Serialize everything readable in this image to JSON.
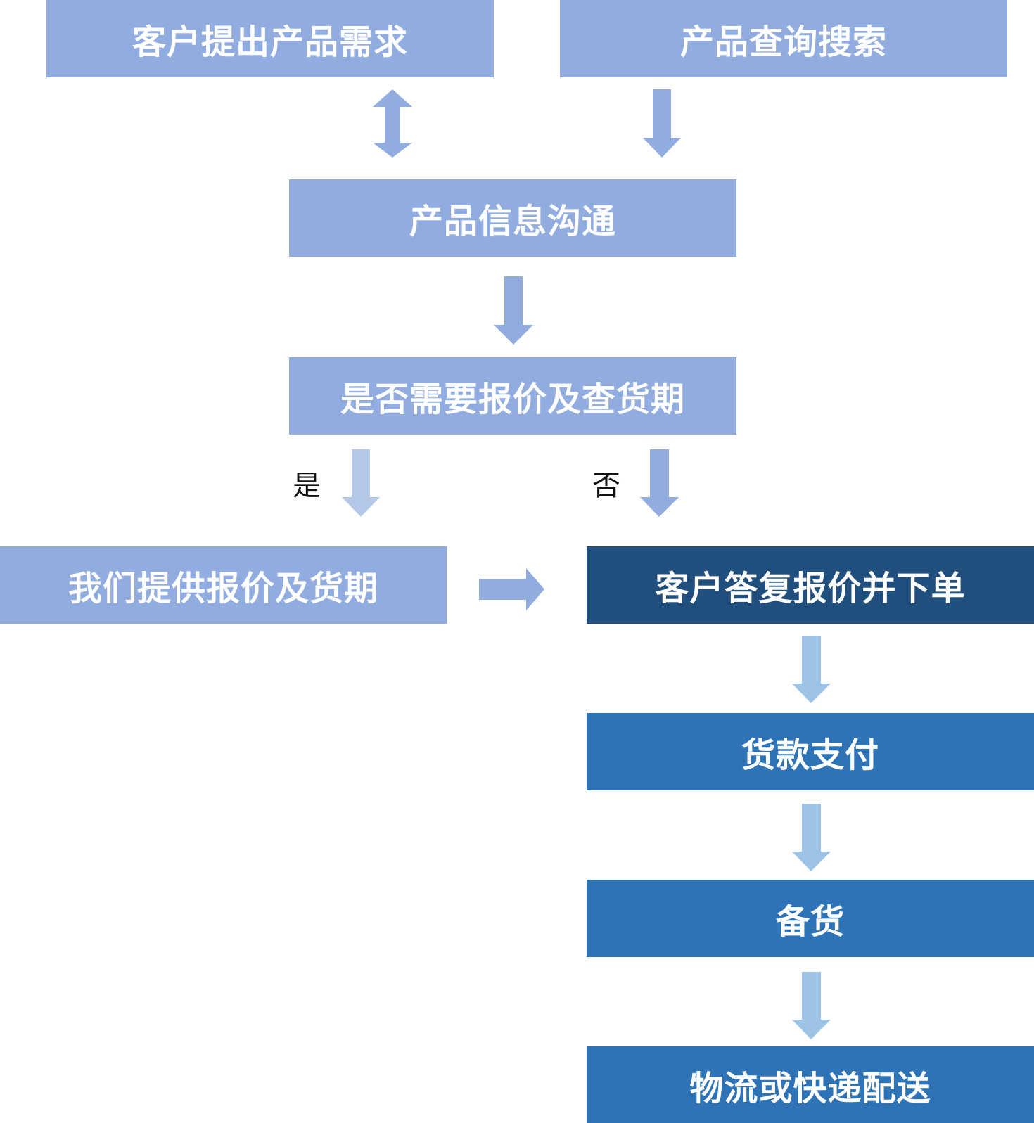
{
  "colors": {
    "box_light": "#91acdf",
    "box_dark": "#204f7d",
    "box_mid": "#2e73b5",
    "arrow_light": "#91acdf",
    "arrow_lighter": "#b4c7e7",
    "arrow_pale": "#9dc3e6"
  },
  "boxes": {
    "customer_request": "客户提出产品需求",
    "product_search": "产品查询搜索",
    "product_info": "产品信息沟通",
    "need_quote": "是否需要报价及查货期",
    "provide_quote": "我们提供报价及货期",
    "customer_order": "客户答复报价并下单",
    "payment": "货款支付",
    "stocking": "备货",
    "delivery": "物流或快递配送"
  },
  "labels": {
    "yes": "是",
    "no": "否"
  }
}
